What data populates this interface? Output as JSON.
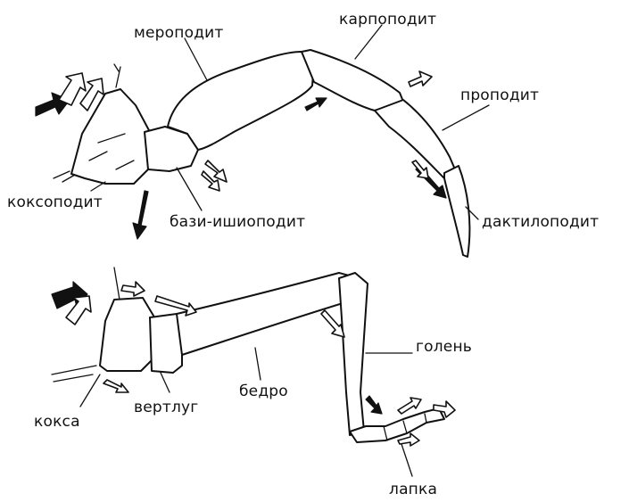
{
  "crustacean_leg": {
    "labels": {
      "meropodite": "мероподит",
      "carpopodite": "карпоподит",
      "propodite": "проподит",
      "coxopodite": "коксоподит",
      "basi_ischiopodite": "бази-ишиоподит",
      "dactylopodite": "дактилоподит"
    }
  },
  "insect_leg": {
    "labels": {
      "tibia": "голень",
      "coxa": "кокса",
      "trochanter": "вертлуг",
      "femur": "бедро",
      "tarsus": "лапка"
    }
  }
}
